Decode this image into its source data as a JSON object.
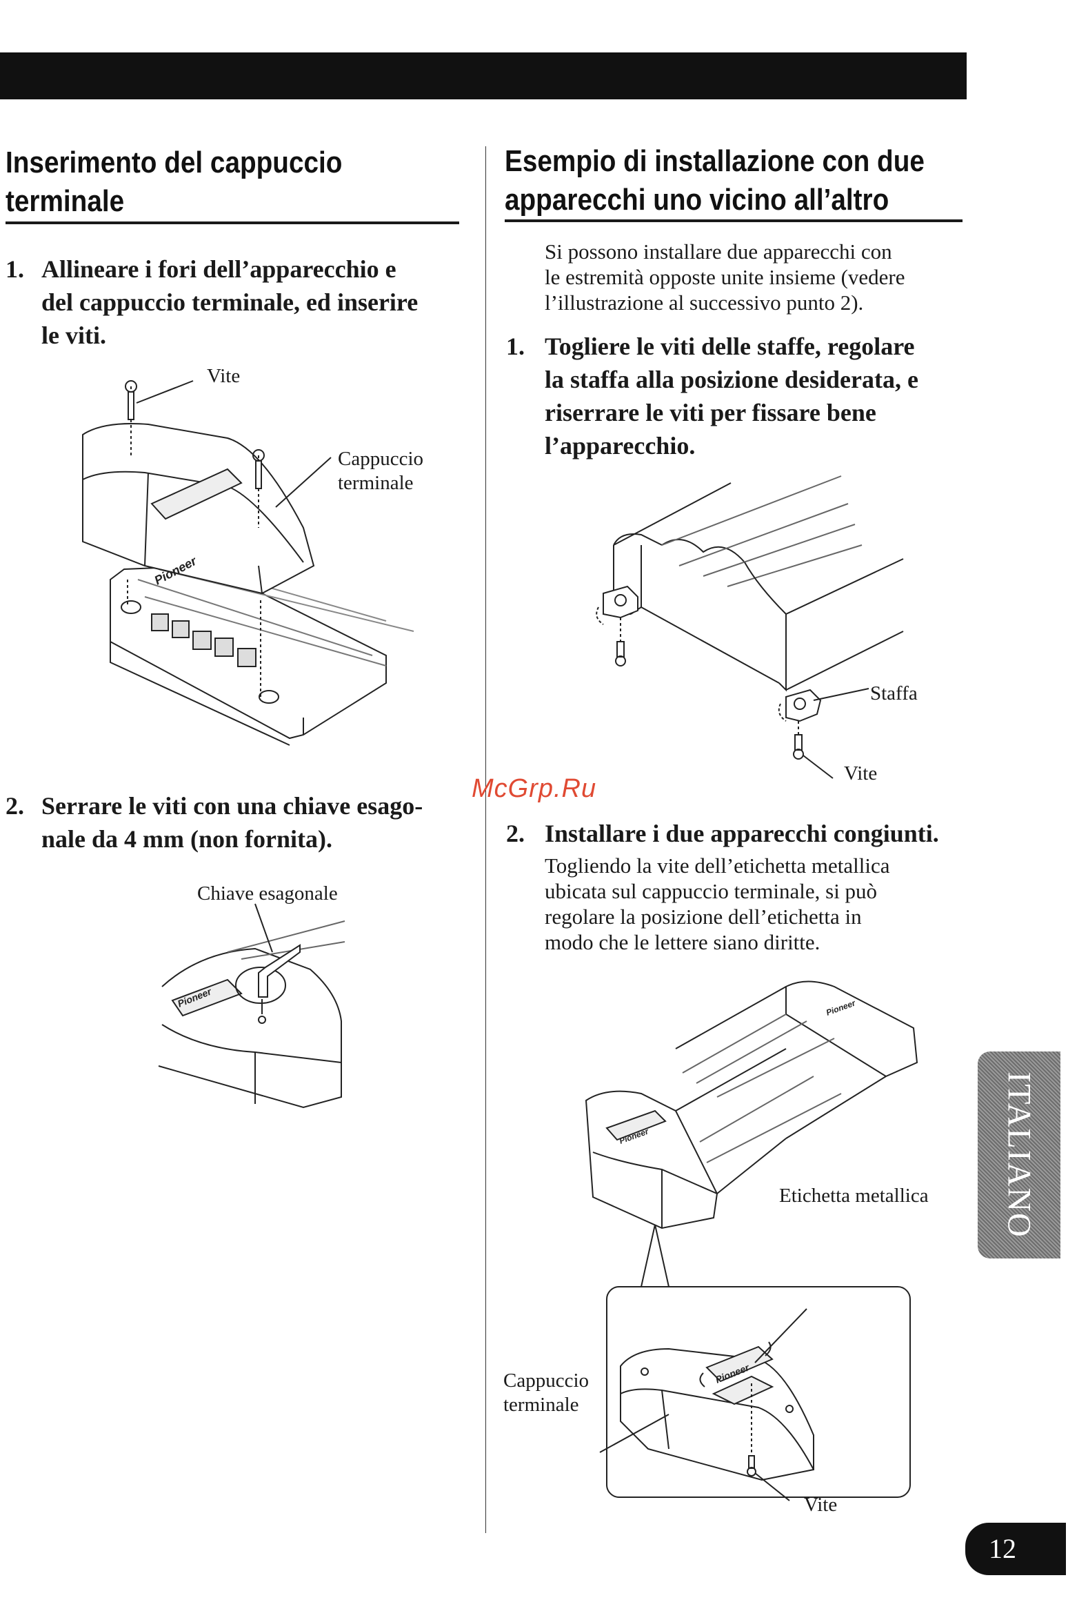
{
  "page": {
    "page_number": "12",
    "language_tab": "ITALIANO",
    "watermark": "McGrp.Ru"
  },
  "left": {
    "title_line1": "Inserimento del cappuccio",
    "title_line2": "terminale",
    "step1": {
      "num": "1.",
      "line1": "Allineare i fori dell’apparecchio e",
      "line2": "del cappuccio terminale, ed inserire",
      "line3": "le viti."
    },
    "fig1_label_screw": "Vite",
    "fig1_label_cap_1": "Cappuccio",
    "fig1_label_cap_2": "terminale",
    "step2": {
      "num": "2.",
      "line1": "Serrare le viti con una chiave esago-",
      "line2": "nale da 4 mm (non fornita)."
    },
    "fig2_label_hex": "Chiave esagonale"
  },
  "right": {
    "title_line1": "Esempio di installazione con due",
    "title_line2": "apparecchi uno vicino all’altro",
    "intro": {
      "line1": "Si possono installare due apparecchi con",
      "line2": "le estremità opposte unite insieme (vedere",
      "line3": "l’illustrazione al successivo punto 2)."
    },
    "step1": {
      "num": "1.",
      "line1": "Togliere le viti delle staffe, regolare",
      "line2": "la staffa alla posizione desiderata, e",
      "line3": "riserrare le viti per fissare bene",
      "line4": "l’apparecchio."
    },
    "fig3_label_bracket": "Staffa",
    "fig3_label_screw": "Vite",
    "step2": {
      "num": "2.",
      "title": "Installare i due apparecchi congiunti.",
      "line1": "Togliendo la vite dell’etichetta metallica",
      "line2": "ubicata sul cappuccio terminale, si può",
      "line3": "regolare la posizione dell’etichetta in",
      "line4": "modo che le lettere siano diritte."
    },
    "fig4_label_plate": "Etichetta metallica",
    "fig4_label_cap_1": "Cappuccio",
    "fig4_label_cap_2": "terminale",
    "fig4_label_screw": "Vite",
    "logo_text": "Pioneer"
  }
}
